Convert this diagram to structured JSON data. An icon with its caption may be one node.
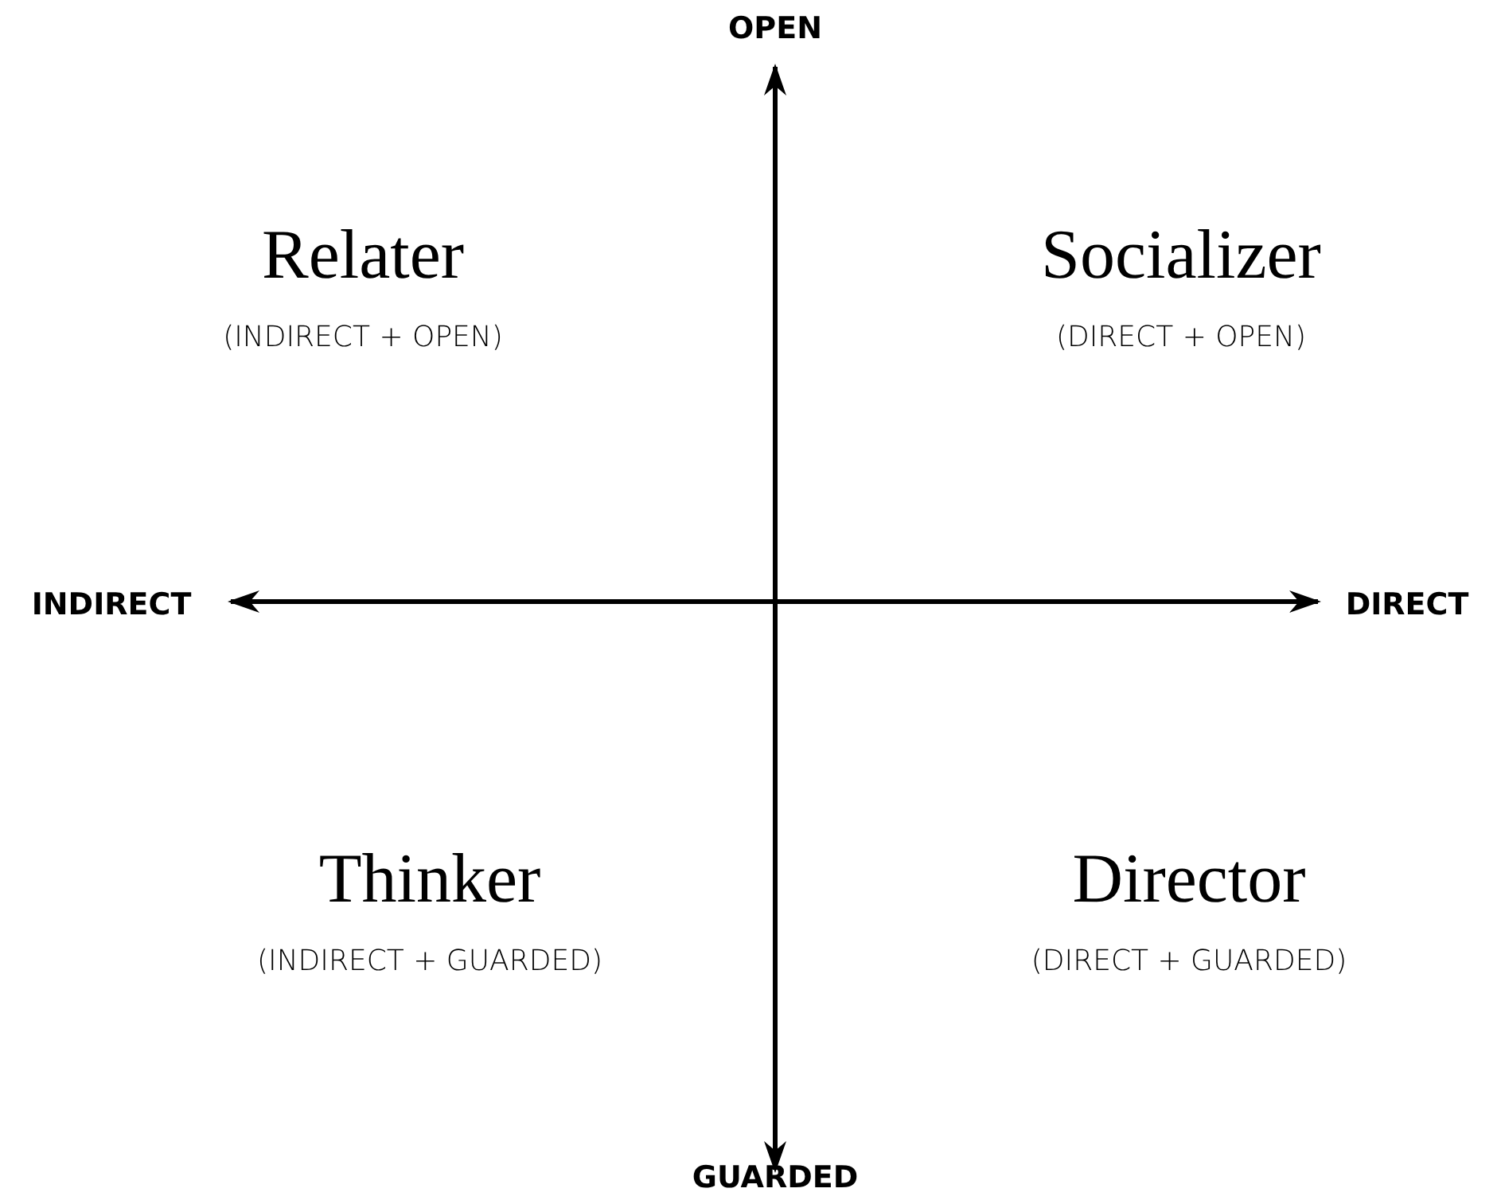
{
  "diagram": {
    "labels": [
      "OPEN",
      "Relater",
      "Socializer",
      "(INDIRECT + OPEN)",
      "(DIRECT + OPEN)",
      "INDIRECT",
      "DIRECT",
      "Thinker",
      "Director",
      "(INDIRECT + GUARDED)",
      "(DIRECT + GUARDED)",
      "GUARDED"
    ]
  }
}
